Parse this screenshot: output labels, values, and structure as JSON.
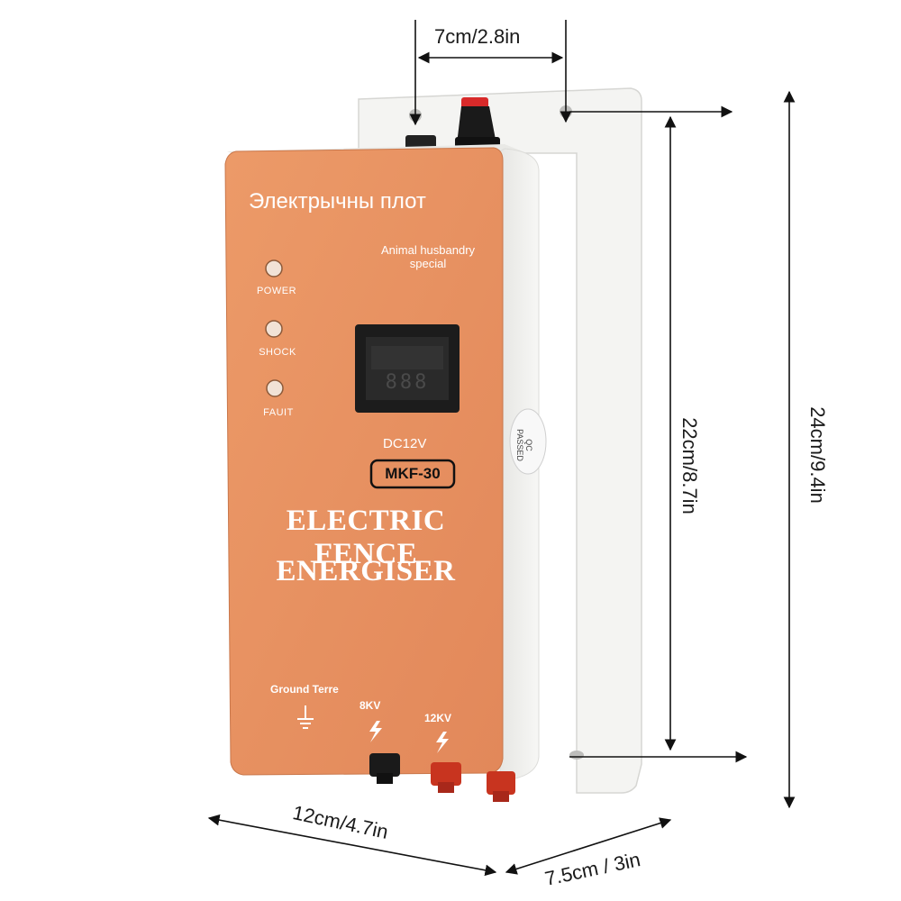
{
  "product": {
    "title_cyrillic": "Электрычны плот",
    "subtitle_line1": "Animal husbandry",
    "subtitle_line2": "special",
    "indicators": [
      "POWER",
      "SHOCK",
      "FAUIT"
    ],
    "display_digits": "888",
    "voltage": "DC12V",
    "model": "MKF-30",
    "heading_line1": "ELECTRIC FENCE",
    "heading_line2": "ENERGISER",
    "terminals": [
      "Ground Terre",
      "8KV",
      "12KV"
    ],
    "qc_label_line1": "QC",
    "qc_label_line2": "PASSED"
  },
  "dimensions": {
    "top_width": "7cm/2.8in",
    "front_height": "22cm/8.7in",
    "total_height": "24cm/9.4in",
    "front_width": "12cm/4.7in",
    "depth": "7.5cm / 3in"
  },
  "colors": {
    "front_panel": "#e8935f",
    "housing": "#f1f1ee",
    "knob": "#1c1c1c",
    "red_terminal": "#c8341f"
  }
}
